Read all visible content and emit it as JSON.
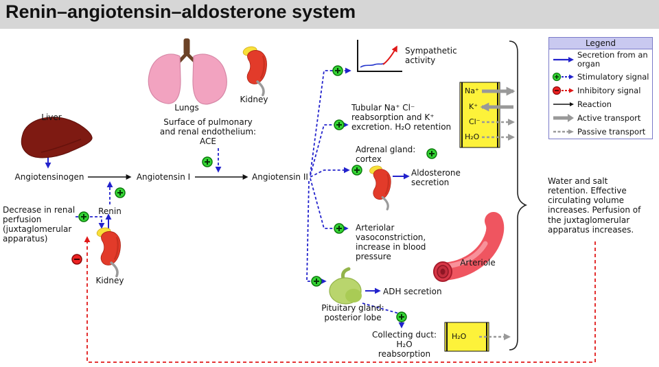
{
  "title": "Renin–angiotensin–aldosterone system",
  "nodes": {
    "liver": "Liver",
    "lungs": "Lungs",
    "kidney_top": "Kidney",
    "kidney_bottom": "Kidney",
    "angiotensinogen": "Angiotensinogen",
    "angiotensin_i": "Angiotensin I",
    "angiotensin_ii": "Angiotensin II",
    "renin": "Renin",
    "ace_line1": "Surface of pulmonary and renal endothelium:",
    "ace_line2": "ACE",
    "decrease_perfusion": "Decrease in renal perfusion (juxtaglomerular apparatus)",
    "sympathetic": "Sympathetic activity",
    "tubular": "Tubular Na⁺ Cl⁻ reabsorption and K⁺ excretion. H₂O retention",
    "adrenal": "Adrenal gland: cortex",
    "aldosterone": "Aldosterone secretion",
    "arteriolar": "Arteriolar vasoconstriction, increase in blood pressure",
    "arteriole": "Arteriole",
    "pituitary": "Pituitary gland: posterior lobe",
    "adh": "ADH secretion",
    "collecting_duct": "Collecting duct: H₂O reabsorption",
    "outcome": "Water and salt retention. Effective circulating volume increases. Perfusion of the juxtaglomerular apparatus increases."
  },
  "channel_tubule": {
    "ions": [
      "Na⁺",
      "K⁺",
      "Cl⁻",
      "H₂O"
    ]
  },
  "channel_collecting": {
    "ion": "H₂O"
  },
  "legend": {
    "title": "Legend",
    "items": [
      {
        "label": "Secretion from an organ"
      },
      {
        "label": "Stimulatory signal"
      },
      {
        "label": "Inhibitory signal"
      },
      {
        "label": "Reaction"
      },
      {
        "label": "Active transport"
      },
      {
        "label": "Passive transport"
      }
    ]
  },
  "colors": {
    "stimulatory": "#2222cc",
    "inhibitory": "#e01818",
    "plus": "#35d435",
    "channel": "#fdf23a"
  }
}
